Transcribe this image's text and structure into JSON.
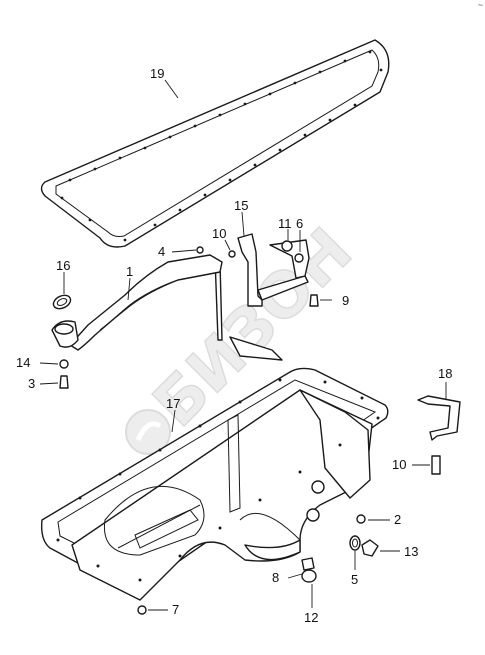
{
  "watermark": {
    "text": "БИЗОН"
  },
  "corner_mark": "~",
  "callouts": [
    {
      "id": "c19",
      "label": "19"
    },
    {
      "id": "c16a",
      "label": "16"
    },
    {
      "id": "c1",
      "label": "1"
    },
    {
      "id": "c4",
      "label": "4"
    },
    {
      "id": "c10a",
      "label": "10"
    },
    {
      "id": "c15",
      "label": "15"
    },
    {
      "id": "c11",
      "label": "11"
    },
    {
      "id": "c16b",
      "label": "6"
    },
    {
      "id": "c9",
      "label": "9"
    },
    {
      "id": "c14",
      "label": "14"
    },
    {
      "id": "c3",
      "label": "3"
    },
    {
      "id": "c17",
      "label": "17"
    },
    {
      "id": "c18",
      "label": "18"
    },
    {
      "id": "c10b",
      "label": "10"
    },
    {
      "id": "c2",
      "label": "2"
    },
    {
      "id": "c13",
      "label": "13"
    },
    {
      "id": "c5",
      "label": "5"
    },
    {
      "id": "c8",
      "label": "8"
    },
    {
      "id": "c12",
      "label": "12"
    },
    {
      "id": "c7",
      "label": "7"
    }
  ],
  "colors": {
    "line": "#1a1a1a",
    "background": "#ffffff",
    "watermark": "#ececec"
  }
}
